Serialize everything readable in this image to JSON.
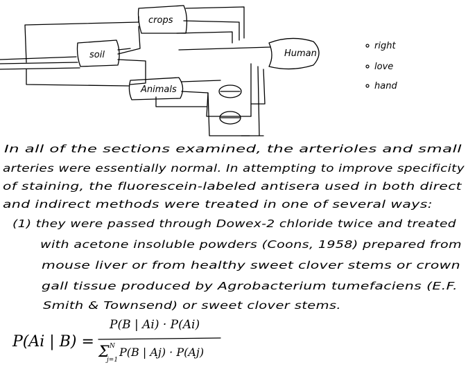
{
  "diagram": {
    "nodes": {
      "crops": "crops",
      "soil": "soil",
      "animals": "Animals",
      "human": "Human"
    },
    "legend": [
      "right",
      "love",
      "hand"
    ]
  },
  "paragraph": {
    "lines": [
      "In all of the sections examined, the arterioles and small",
      "arteries were essentially normal. In attempting to improve specificity",
      "of staining, the fluorescein-labeled antisera used in both direct",
      "and indirect methods were treated in one of several ways:",
      "(1) they were passed through Dowex-2 chloride twice and treated",
      "with acetone insoluble powders (Coons, 1958) prepared from",
      "mouse liver or from healthy sweet clover stems or crown",
      "gall tissue produced by Agrobacterium tumefaciens (E.F.",
      "Smith & Townsend) or sweet clover stems."
    ]
  },
  "formula": {
    "lhs": "P(Ai | B) =",
    "numerator": "P(B | Ai) · P(Ai)",
    "denominator_sum": "Σ",
    "sum_upper": "N",
    "sum_lower": "j=1",
    "denominator": "P(B | Aj) · P(Aj)"
  }
}
